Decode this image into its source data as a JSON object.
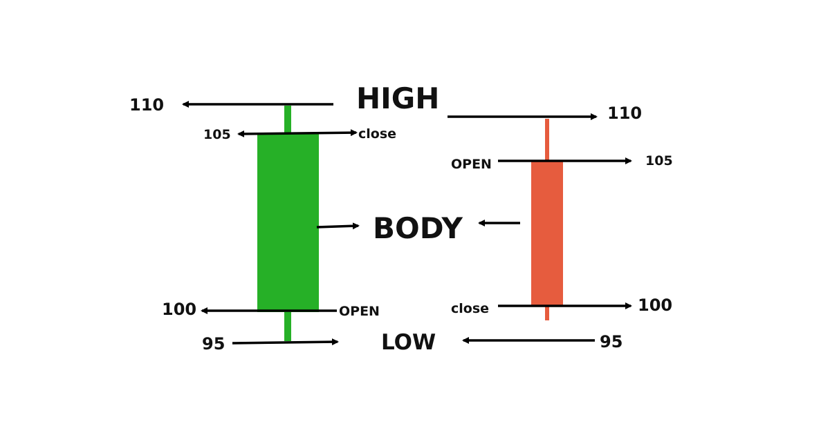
{
  "colors": {
    "bullish": "#26b027",
    "bearish": "#e65c3e",
    "text": "#111111",
    "arrow": "#000000"
  },
  "labels": {
    "high": "HIGH",
    "body": "BODY",
    "low": "LOW"
  },
  "candles": [
    {
      "direction": "bullish",
      "open": 100,
      "close": 105,
      "high": 110,
      "low": 95,
      "open_label": "OPEN",
      "close_label": "close",
      "high_text": "110",
      "close_text": "105",
      "open_text": "100",
      "low_text": "95"
    },
    {
      "direction": "bearish",
      "open": 105,
      "close": 100,
      "high": 110,
      "low": 95,
      "open_label": "OPEN",
      "close_label": "close",
      "high_text": "110",
      "open_text": "105",
      "close_text": "100",
      "low_text": "95"
    }
  ]
}
